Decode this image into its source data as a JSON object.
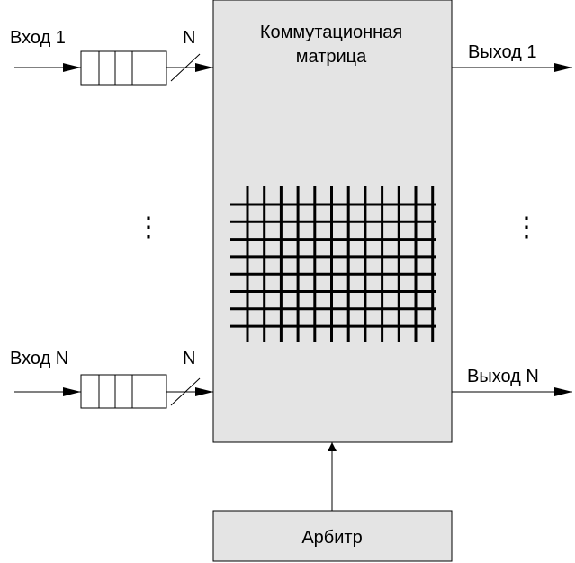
{
  "inputs": {
    "top": {
      "label": "Вход 1",
      "bus": "N"
    },
    "bottom": {
      "label": "Вход N",
      "bus": "N"
    }
  },
  "outputs": {
    "top": {
      "label": "Выход 1"
    },
    "bottom": {
      "label": "Выход N"
    }
  },
  "matrix": {
    "title_line1": "Коммутационная",
    "title_line2": "матрица",
    "fill": "#e4e4e4"
  },
  "arbiter": {
    "label": "Арбитр",
    "fill": "#e4e4e4"
  },
  "ellipsis": "⋮"
}
